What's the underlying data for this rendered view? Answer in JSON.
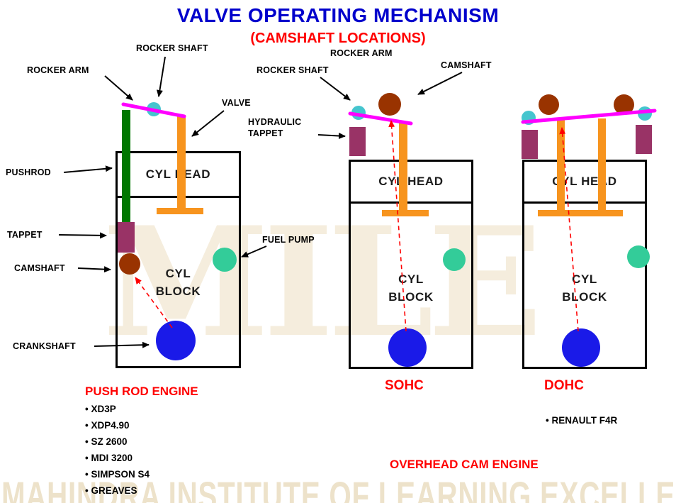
{
  "title": "VALVE OPERATING MECHANISM",
  "subtitle": "(CAMSHAFT LOCATIONS)",
  "watermark": {
    "big": "MILE",
    "bottom": "MAHINDRA INSTITUTE OF LEARNING EXCELLENCE"
  },
  "labels": {
    "rocker_shaft_left": "ROCKER SHAFT",
    "rocker_arm_left": "ROCKER ARM",
    "valve": "VALVE",
    "hydraulic_tappet": "HYDRAULIC TAPPET",
    "pushrod": "PUSHROD",
    "tappet": "TAPPET",
    "camshaft_left": "CAMSHAFT",
    "crankshaft": "CRANKSHAFT",
    "fuel_pump": "FUEL PUMP",
    "rocker_arm_mid": "ROCKER ARM",
    "rocker_shaft_mid": "ROCKER SHAFT",
    "camshaft_mid": "CAMSHAFT"
  },
  "boxes": {
    "cyl_head": "CYL HEAD",
    "cyl_block_line1": "CYL",
    "cyl_block_line2": "BLOCK"
  },
  "engines": {
    "pushrod": {
      "title": "PUSH ROD ENGINE",
      "items": [
        "• XD3P",
        "• XDP4.90",
        "• SZ 2600",
        "• MDI 3200",
        "• SIMPSON S4",
        "• GREAVES"
      ]
    },
    "sohc_label": "SOHC",
    "dohc_label": "DOHC",
    "renault": "• RENAULT F4R",
    "overhead": "OVERHEAD CAM ENGINE"
  },
  "colors": {
    "title_blue": "#0000CC",
    "accent_red": "#FF0000",
    "pushrod_green": "#007700",
    "valve_orange": "#F7941E",
    "tappet_plum": "#993366",
    "camshaft_brown": "#993300",
    "rocker_cyan": "#45C5CE",
    "fuel_pump_green": "#33CC99",
    "crankshaft_blue": "#1A1AE8",
    "rocker_magenta": "#FF00FF"
  }
}
